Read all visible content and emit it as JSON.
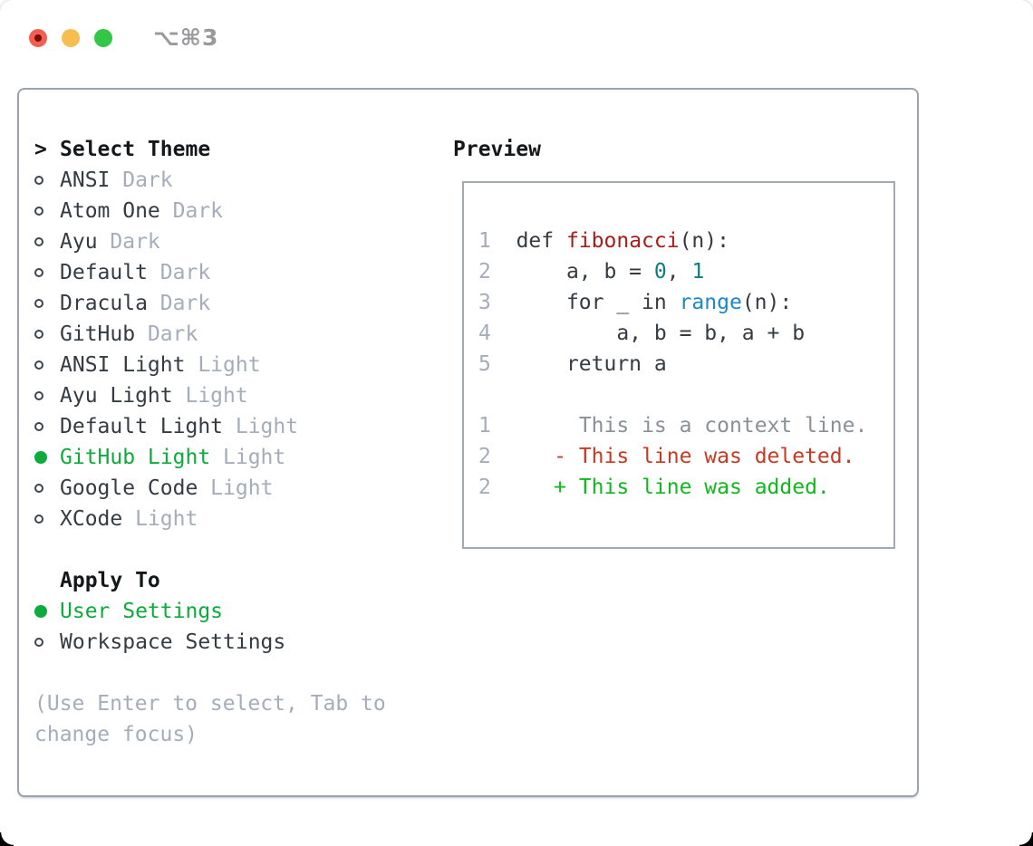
{
  "window": {
    "shortcut": "⌥⌘3"
  },
  "colors": {
    "accent_green": "#0cab3b",
    "dark_text": "#343b43",
    "header_dark": "#15181b",
    "muted": "#a4adb9",
    "ring": "#3e454d",
    "panel_border": "#9aa3af",
    "box_border": "#a2aab3",
    "shortcut_gray": "#98989d",
    "code_red": "#a81d1c",
    "code_teal": "#0b7e81",
    "code_blue": "#1d87c7",
    "diff_red": "#c43a23",
    "diff_green": "#12b71e",
    "context_gray": "#8a9097",
    "traffic_red": "#f35e53",
    "traffic_red_inner": "#770d08",
    "traffic_yellow": "#f6bd4f",
    "traffic_green": "#33c748"
  },
  "left": {
    "prompt": ">",
    "title": "Select Theme",
    "themes": [
      {
        "name": "ANSI",
        "tag": "Dark",
        "selected": false
      },
      {
        "name": "Atom One",
        "tag": "Dark",
        "selected": false
      },
      {
        "name": "Ayu",
        "tag": "Dark",
        "selected": false
      },
      {
        "name": "Default",
        "tag": "Dark",
        "selected": false
      },
      {
        "name": "Dracula",
        "tag": "Dark",
        "selected": false
      },
      {
        "name": "GitHub",
        "tag": "Dark",
        "selected": false
      },
      {
        "name": "ANSI Light",
        "tag": "Light",
        "selected": false
      },
      {
        "name": "Ayu Light",
        "tag": "Light",
        "selected": false
      },
      {
        "name": "Default Light",
        "tag": "Light",
        "selected": false
      },
      {
        "name": "GitHub Light",
        "tag": "Light",
        "selected": true
      },
      {
        "name": "Google Code",
        "tag": "Light",
        "selected": false
      },
      {
        "name": "XCode",
        "tag": "Light",
        "selected": false
      }
    ],
    "apply_title": "Apply To",
    "apply_options": [
      {
        "name": "User Settings",
        "selected": true
      },
      {
        "name": "Workspace Settings",
        "selected": false
      }
    ],
    "hint": "(Use Enter to select, Tab to change focus)"
  },
  "preview": {
    "title": "Preview",
    "code_lines": [
      {
        "num": "1",
        "tokens": [
          {
            "t": "def ",
            "c": "plain"
          },
          {
            "t": "fibonacci",
            "c": "func"
          },
          {
            "t": "(n):",
            "c": "plain"
          }
        ]
      },
      {
        "num": "2",
        "tokens": [
          {
            "t": "    a, b = ",
            "c": "plain"
          },
          {
            "t": "0",
            "c": "num"
          },
          {
            "t": ", ",
            "c": "plain"
          },
          {
            "t": "1",
            "c": "num"
          }
        ]
      },
      {
        "num": "3",
        "tokens": [
          {
            "t": "    for _ in ",
            "c": "plain"
          },
          {
            "t": "range",
            "c": "builtin"
          },
          {
            "t": "(n):",
            "c": "plain"
          }
        ]
      },
      {
        "num": "4",
        "tokens": [
          {
            "t": "        a, b = b, a + b",
            "c": "plain"
          }
        ]
      },
      {
        "num": "5",
        "tokens": [
          {
            "t": "    return a",
            "c": "plain"
          }
        ]
      }
    ],
    "diff_lines": [
      {
        "num": "1",
        "marker": " ",
        "text": "This is a context line.",
        "kind": "context"
      },
      {
        "num": "2",
        "marker": "-",
        "text": "This line was deleted.",
        "kind": "deleted"
      },
      {
        "num": "2",
        "marker": "+",
        "text": "This line was added.",
        "kind": "added"
      }
    ]
  }
}
